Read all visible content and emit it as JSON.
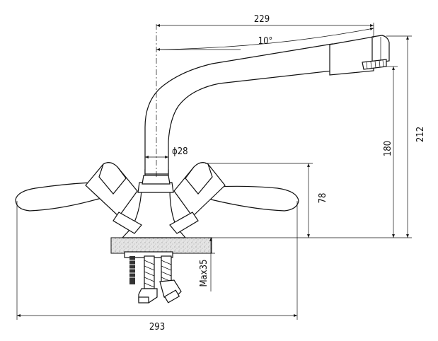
{
  "dimensions": {
    "spout_reach": "229",
    "spout_angle": "10°",
    "total_height": "212",
    "spout_height": "180",
    "body_diameter": "ϕ28",
    "handle_height": "78",
    "max_counter_thickness": "Max35",
    "total_width": "293"
  },
  "icons": {
    "arrow_style": "filled-triangle"
  }
}
